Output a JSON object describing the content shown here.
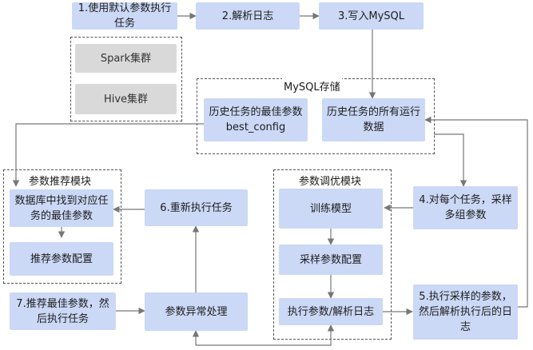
{
  "diagram": {
    "nodes": {
      "n1": "1.使用默认参数执行任务",
      "n2": "2.解析日志",
      "n3": "3.写入MySQL",
      "spark": "Spark集群",
      "hive": "Hive集群",
      "best": "历史任务的最佳参数best_config",
      "allrun": "历史任务的所有运行数据",
      "n4": "4.对每个任务，采样多组参数",
      "findbest": "数据库中找到对应任务的最佳参数",
      "recommend": "推荐参数配置",
      "n6": "6.重新执行任务",
      "n7": "7.推荐最佳参数，然后执行任务",
      "abnormal": "参数异常处理",
      "train": "训练模型",
      "sample": "采样参数配置",
      "exec": "执行参数/解析日志",
      "n5": "5.执行采样的参数，然后解析执行后的日志"
    },
    "groups": {
      "mysql": "MySQL存储",
      "rec": "参数推荐模块",
      "tune": "参数调优模块"
    }
  },
  "colors": {
    "node_fill": "#cbd8f6",
    "cluster_fill": "#d9d9d9",
    "line": "#777777",
    "border": "#555555"
  }
}
